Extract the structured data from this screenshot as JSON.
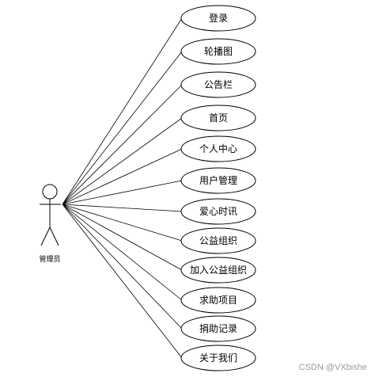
{
  "actor": {
    "label": "管理员"
  },
  "use_cases": [
    {
      "label": "登录"
    },
    {
      "label": "轮播图"
    },
    {
      "label": "公告栏"
    },
    {
      "label": "首页"
    },
    {
      "label": "个人中心"
    },
    {
      "label": "用户管理"
    },
    {
      "label": "爱心时讯"
    },
    {
      "label": "公益组织"
    },
    {
      "label": "加入公益组织"
    },
    {
      "label": "求助项目"
    },
    {
      "label": "捐助记录"
    },
    {
      "label": "关于我们"
    }
  ],
  "watermark": "CSDN @VXbishe"
}
